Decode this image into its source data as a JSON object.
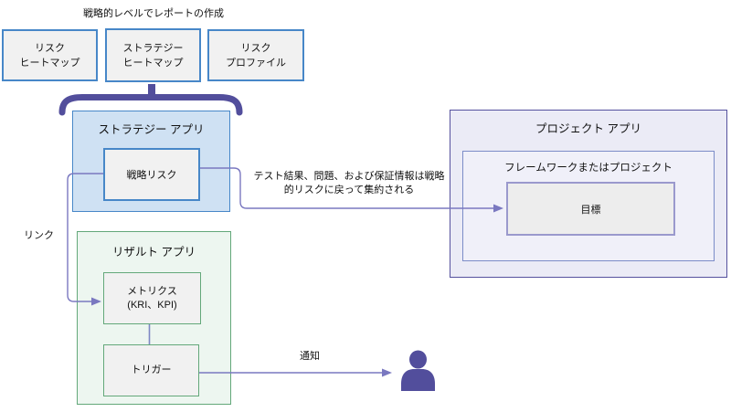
{
  "title": "戦略的レベルでレポートの作成",
  "top_boxes": [
    {
      "line1": "リスク",
      "line2": "ヒートマップ"
    },
    {
      "line1": "ストラテジー",
      "line2": "ヒートマップ"
    },
    {
      "line1": "リスク",
      "line2": "プロファイル"
    }
  ],
  "strategy_app": {
    "title": "ストラテジー アプリ",
    "strategic_risk": "戦略リスク"
  },
  "result_app": {
    "title": "リザルト アプリ",
    "metrics_line1": "メトリクス",
    "metrics_line2": "(KRI、KPI)",
    "trigger": "トリガー"
  },
  "project_app": {
    "title": "プロジェクト アプリ",
    "framework": "フレームワークまたはプロジェクト",
    "objective": "目標"
  },
  "labels": {
    "link": "リンク",
    "notify": "通知",
    "aggregate_line1": "テスト結果、問題、および保証情報は戦略",
    "aggregate_line2": "的リスクに戻って集約される"
  },
  "icons": {
    "person": "person-icon",
    "brace": "curly-brace"
  },
  "colors": {
    "blue_border": "#4787c8",
    "blue_fill": "#cfe1f3",
    "gray_fill": "#f1f1f1",
    "green_border": "#63a87a",
    "green_fill": "#edf6f0",
    "project_border": "#55519e",
    "project_fill": "#ebebf6",
    "framework_border": "#7b8cc8",
    "objective_border": "#9a99cd",
    "accent_purple": "#524e9c",
    "arrow_purple": "#7a78c0"
  }
}
